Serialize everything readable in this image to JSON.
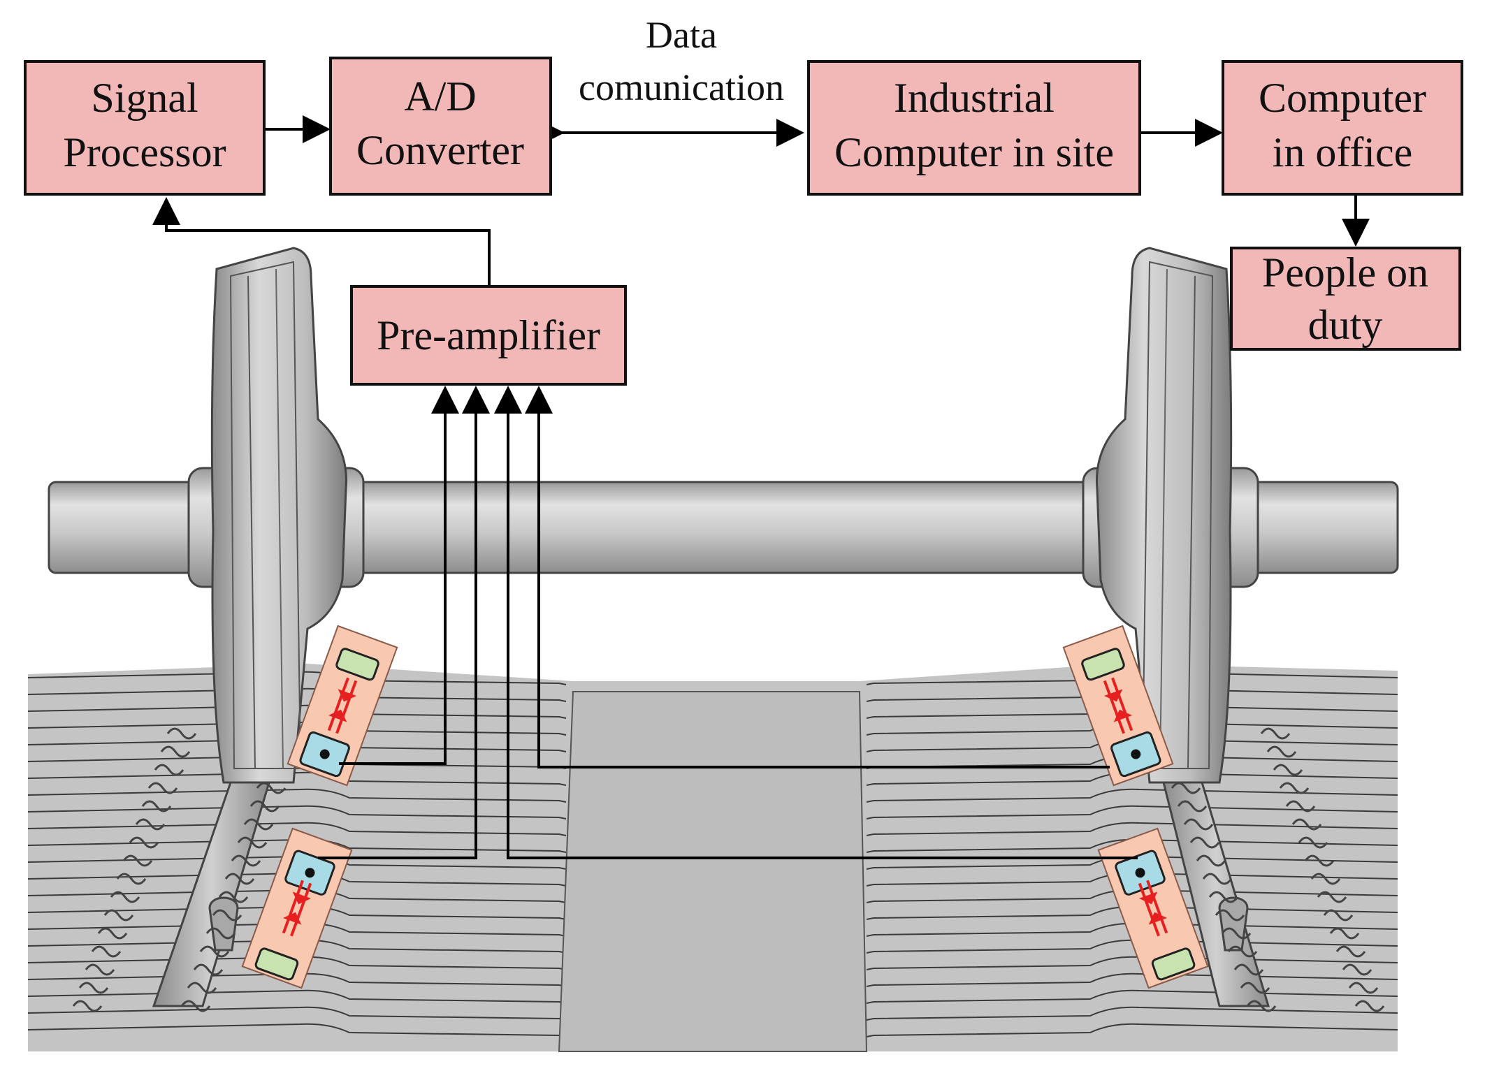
{
  "colors": {
    "box_fill": "#f2b8b8",
    "box_stroke": "#111111",
    "arrow": "#000000",
    "wire": "#000000",
    "metal_light": "#d4d4d4",
    "metal_mid": "#b0b0b0",
    "metal_dark": "#6a6a6a",
    "sensor_pad": "#f8c8b0",
    "sensor_blue": "#a9dbe6",
    "sensor_green": "#c8e3b0",
    "sensor_red": "#e62020"
  },
  "boxes": {
    "signal_processor": [
      "Signal",
      "Processor"
    ],
    "ad_converter": [
      "A/D",
      "Converter"
    ],
    "industrial_computer": [
      "Industrial",
      "Computer in site"
    ],
    "computer_office": [
      "Computer",
      "in office"
    ],
    "people_on_duty": [
      "People on",
      "duty"
    ],
    "pre_amplifier": [
      "Pre-amplifier"
    ]
  },
  "labels": {
    "data_communication": [
      "Data",
      "comunication"
    ]
  },
  "icons": [
    "wheelset-illustration",
    "rail-track-illustration",
    "wheel-sensor-icon"
  ]
}
